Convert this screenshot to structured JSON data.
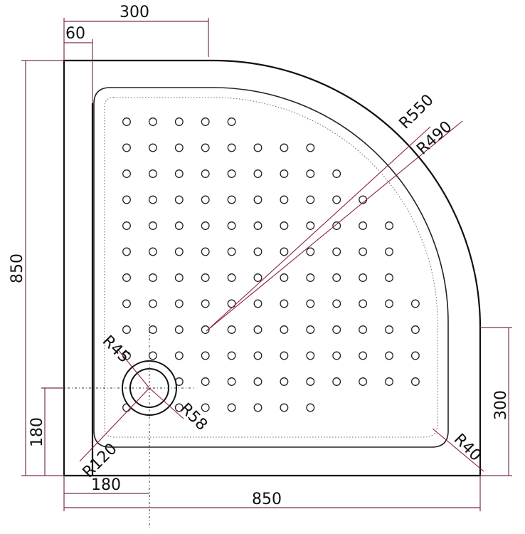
{
  "dimensions": {
    "top_300": "300",
    "top_60": "60",
    "left_850": "850",
    "left_180": "180",
    "right_300": "300",
    "bottom_180": "180",
    "bottom_850": "850"
  },
  "radii": {
    "r550": "R550",
    "r490": "R490",
    "r45": "R45",
    "r58": "R58",
    "r120": "R120",
    "r40": "R40"
  },
  "drain_holes": {
    "row_counts": [
      5,
      8,
      9,
      10,
      11,
      11,
      11,
      12,
      12,
      12,
      12,
      8
    ]
  },
  "colors": {
    "dimension_lines": "#7a2f5a",
    "radius_leaders": "#8a1f3f",
    "outline": "#111111"
  }
}
